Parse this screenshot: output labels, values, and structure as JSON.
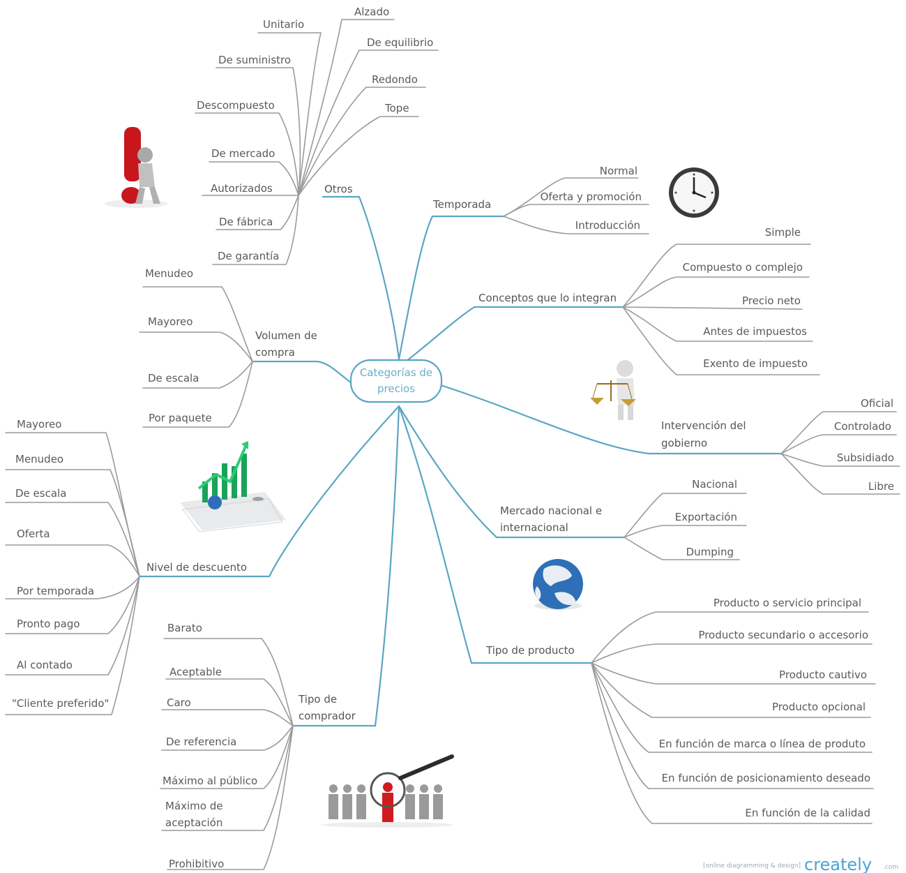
{
  "center": {
    "line1": "Categorías de",
    "line2": "precios"
  },
  "colors": {
    "branch": "#5aa6c2",
    "leaf": "#9a9a9a",
    "text": "#5a5a5a",
    "center_text": "#6aaec8"
  },
  "categories": {
    "otros": {
      "label": "Otros",
      "items": [
        "Unitario",
        "Alzado",
        "De equilibrio",
        "De suministro",
        "Redondo",
        "Tope",
        "Descompuesto",
        "De mercado",
        "Autorizados",
        "De fábrica",
        "De garantía"
      ]
    },
    "temporada": {
      "label": "Temporada",
      "items": [
        "Normal",
        "Oferta y promoción",
        "Introducción"
      ]
    },
    "conceptos": {
      "label": "Conceptos que lo integran",
      "items": [
        "Simple",
        "Compuesto o complejo",
        "Precio neto",
        "Antes de impuestos",
        "Exento de impuesto"
      ]
    },
    "intervencion": {
      "label_line1": "Intervención del",
      "label_line2": "gobierno",
      "items": [
        "Oficial",
        "Controlado",
        "Subsidiado",
        "Libre"
      ]
    },
    "mercado": {
      "label_line1": "Mercado nacional e",
      "label_line2": "internacional",
      "items": [
        "Nacional",
        "Exportación",
        "Dumping"
      ]
    },
    "tipo_producto": {
      "label": "Tipo de producto",
      "items": [
        "Producto o servicio principal",
        "Producto secundario o accesorio",
        "Producto cautivo",
        "Producto opcional",
        "En función de marca o línea de produto",
        "En función de posicionamiento deseado",
        "En función de la calidad"
      ]
    },
    "volumen": {
      "label_line1": "Volumen de",
      "label_line2": "compra",
      "items": [
        "Menudeo",
        "Mayoreo",
        "De escala",
        "Por paquete"
      ]
    },
    "descuento": {
      "label": "Nivel de descuento",
      "items": [
        "Mayoreo",
        "Menudeo",
        "De escala",
        "Oferta",
        "Por temporada",
        "Pronto pago",
        "Al contado",
        "\"Cliente preferido\""
      ]
    },
    "comprador": {
      "label_line1": "Tipo de",
      "label_line2": "comprador",
      "items": [
        "Barato",
        "Aceptable",
        "Caro",
        "De referencia",
        "Máximo al público",
        "Máximo de",
        "aceptación",
        "Prohibitivo"
      ]
    }
  },
  "icons": [
    "exclamation-figure-icon",
    "wall-clock-icon",
    "justice-scale-figure-icon",
    "growth-chart-icon",
    "globe-icon",
    "people-magnifier-icon"
  ],
  "watermark": {
    "tagline": "[online diagramming & design]",
    "brand": "creately",
    "suffix": ".com"
  }
}
